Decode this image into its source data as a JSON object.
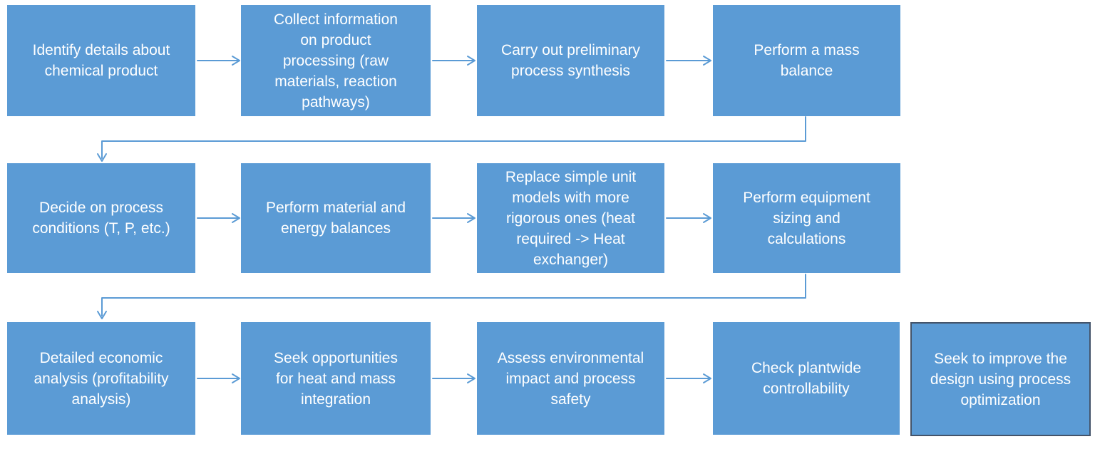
{
  "colors": {
    "background": "#ffffff",
    "box_fill": "#5b9bd5",
    "box_text": "#ffffff",
    "connector": "#5b9bd5",
    "final_box_border": "#44546a"
  },
  "steps": [
    {
      "id": 1,
      "text": "Identify details about\nchemical product"
    },
    {
      "id": 2,
      "text": "Collect information\non product\nprocessing (raw\nmaterials, reaction\npathways)"
    },
    {
      "id": 3,
      "text": "Carry out preliminary\nprocess synthesis"
    },
    {
      "id": 4,
      "text": "Perform a mass\nbalance"
    },
    {
      "id": 5,
      "text": "Decide on process\nconditions (T, P, etc.)"
    },
    {
      "id": 6,
      "text": "Perform material and\nenergy balances"
    },
    {
      "id": 7,
      "text": "Replace simple unit\nmodels with more\nrigorous ones (heat\nrequired -> Heat\nexchanger)"
    },
    {
      "id": 8,
      "text": "Perform equipment\nsizing and\ncalculations"
    },
    {
      "id": 9,
      "text": "Detailed economic\nanalysis (profitability\nanalysis)"
    },
    {
      "id": 10,
      "text": "Seek opportunities\nfor heat and mass\nintegration"
    },
    {
      "id": 11,
      "text": "Assess environmental\nimpact and process\nsafety"
    },
    {
      "id": 12,
      "text": "Check plantwide\ncontrollability"
    },
    {
      "id": 13,
      "text": "Seek to improve the\ndesign using process\noptimization"
    }
  ],
  "flow": {
    "edges": [
      [
        1,
        2
      ],
      [
        2,
        3
      ],
      [
        3,
        4
      ],
      [
        4,
        5
      ],
      [
        5,
        6
      ],
      [
        6,
        7
      ],
      [
        7,
        8
      ],
      [
        8,
        9
      ],
      [
        9,
        10
      ],
      [
        10,
        11
      ],
      [
        11,
        12
      ]
    ],
    "wrap_edges": [
      [
        4,
        5
      ],
      [
        8,
        9
      ]
    ],
    "final_step_has_incoming_arrow": false
  }
}
